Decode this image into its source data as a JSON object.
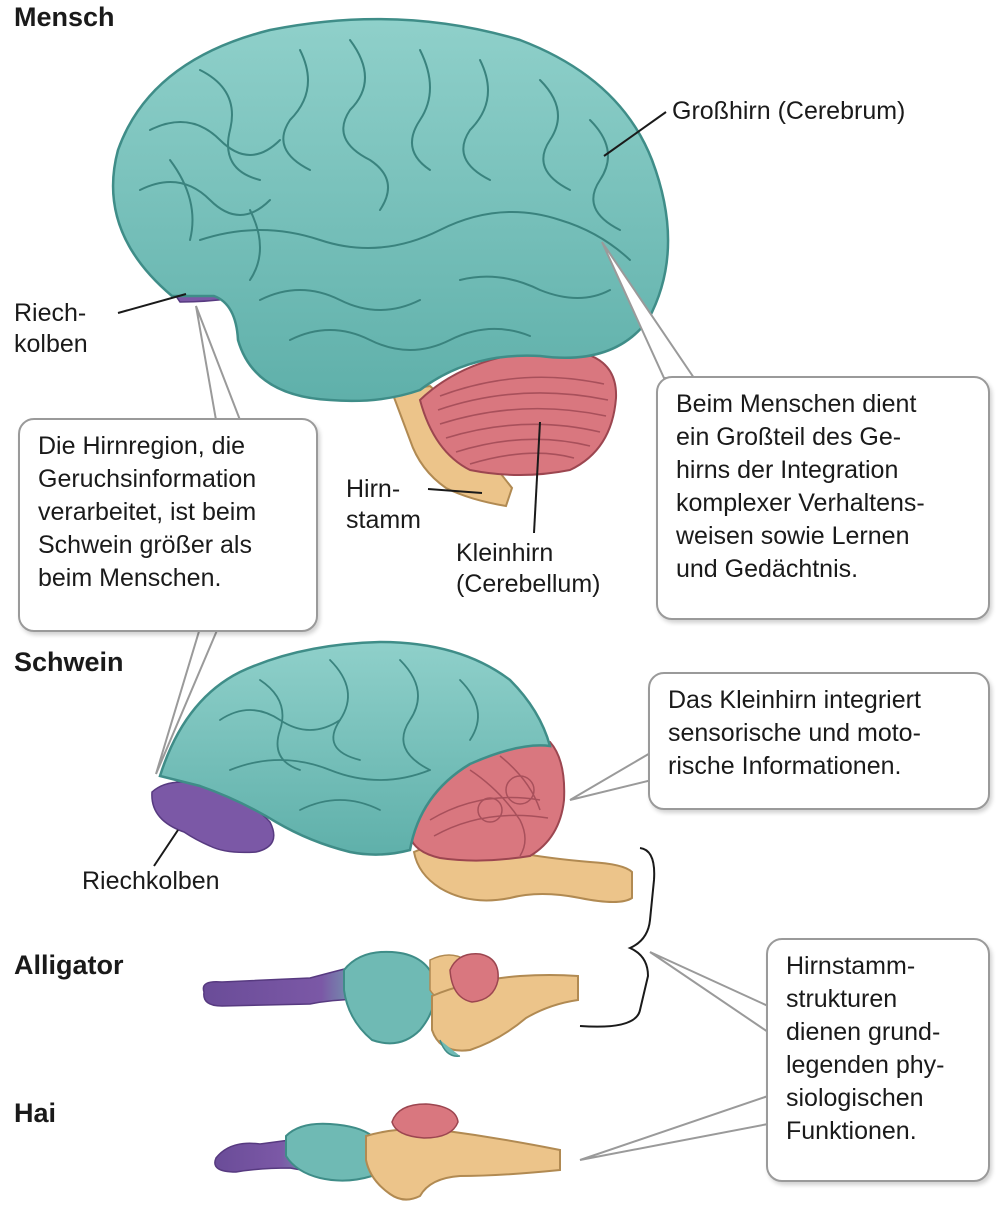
{
  "species": {
    "mensch": "Mensch",
    "schwein": "Schwein",
    "alligator": "Alligator",
    "hai": "Hai"
  },
  "labels": {
    "grosshirn": "Großhirn (Cerebrum)",
    "riechkolben_mensch": "Riech-\nkolben",
    "hirnstamm": "Hirn-\nstamm",
    "kleinhirn": "Kleinhirn\n(Cerebellum)",
    "riechkolben_schwein": "Riechkolben"
  },
  "callouts": {
    "riech": "Die Hirnregion, die\nGeruchsinformation\nverarbeitet, ist beim\nSchwein größer als\nbeim Menschen.",
    "gross": "Beim Menschen dient\nein Großteil des Ge-\nhirns der Integration\nkomplexer Verhaltens-\nweisen sowie Lernen\nund Gedächtnis.",
    "klein": "Das Kleinhirn integriert\nsensorische und moto-\nrische Informationen.",
    "stamm": "Hirnstamm-\nstrukturen\ndienen grund-\nlegenden phy-\nsiologischen\nFunktionen."
  },
  "colors": {
    "cerebrum": "#7cc4be",
    "cerebrum_dark": "#3f8d88",
    "cerebellum": "#d9777f",
    "brainstem": "#ecc48a",
    "olfactory": "#7b58a6"
  }
}
